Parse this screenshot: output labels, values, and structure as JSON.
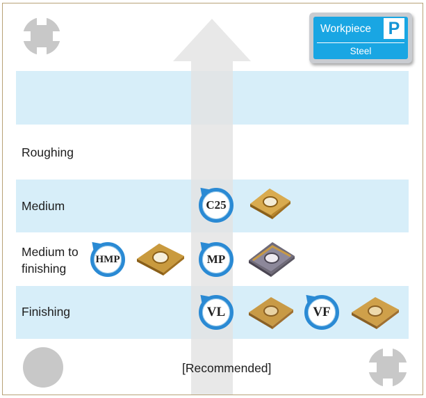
{
  "workpiece": {
    "title": "Workpiece",
    "letter": "P",
    "material": "Steel"
  },
  "rows": [
    {
      "label": "Roughing"
    },
    {
      "label": "Medium"
    },
    {
      "label": "Medium to\nfinishing"
    },
    {
      "label": "Finishing"
    }
  ],
  "badges": [
    "C25",
    "HMP",
    "MP",
    "VL",
    "VF"
  ],
  "footer": "[Recommended]",
  "colors": {
    "band": "#d7eef9",
    "badge_ring": "#2a8ad4",
    "card": "#19a6e3",
    "insert": "#c99a3e"
  },
  "icons": [
    "clamp-icon-top-left",
    "circle-icon-bottom-left",
    "clamp-icon-bottom-right"
  ]
}
